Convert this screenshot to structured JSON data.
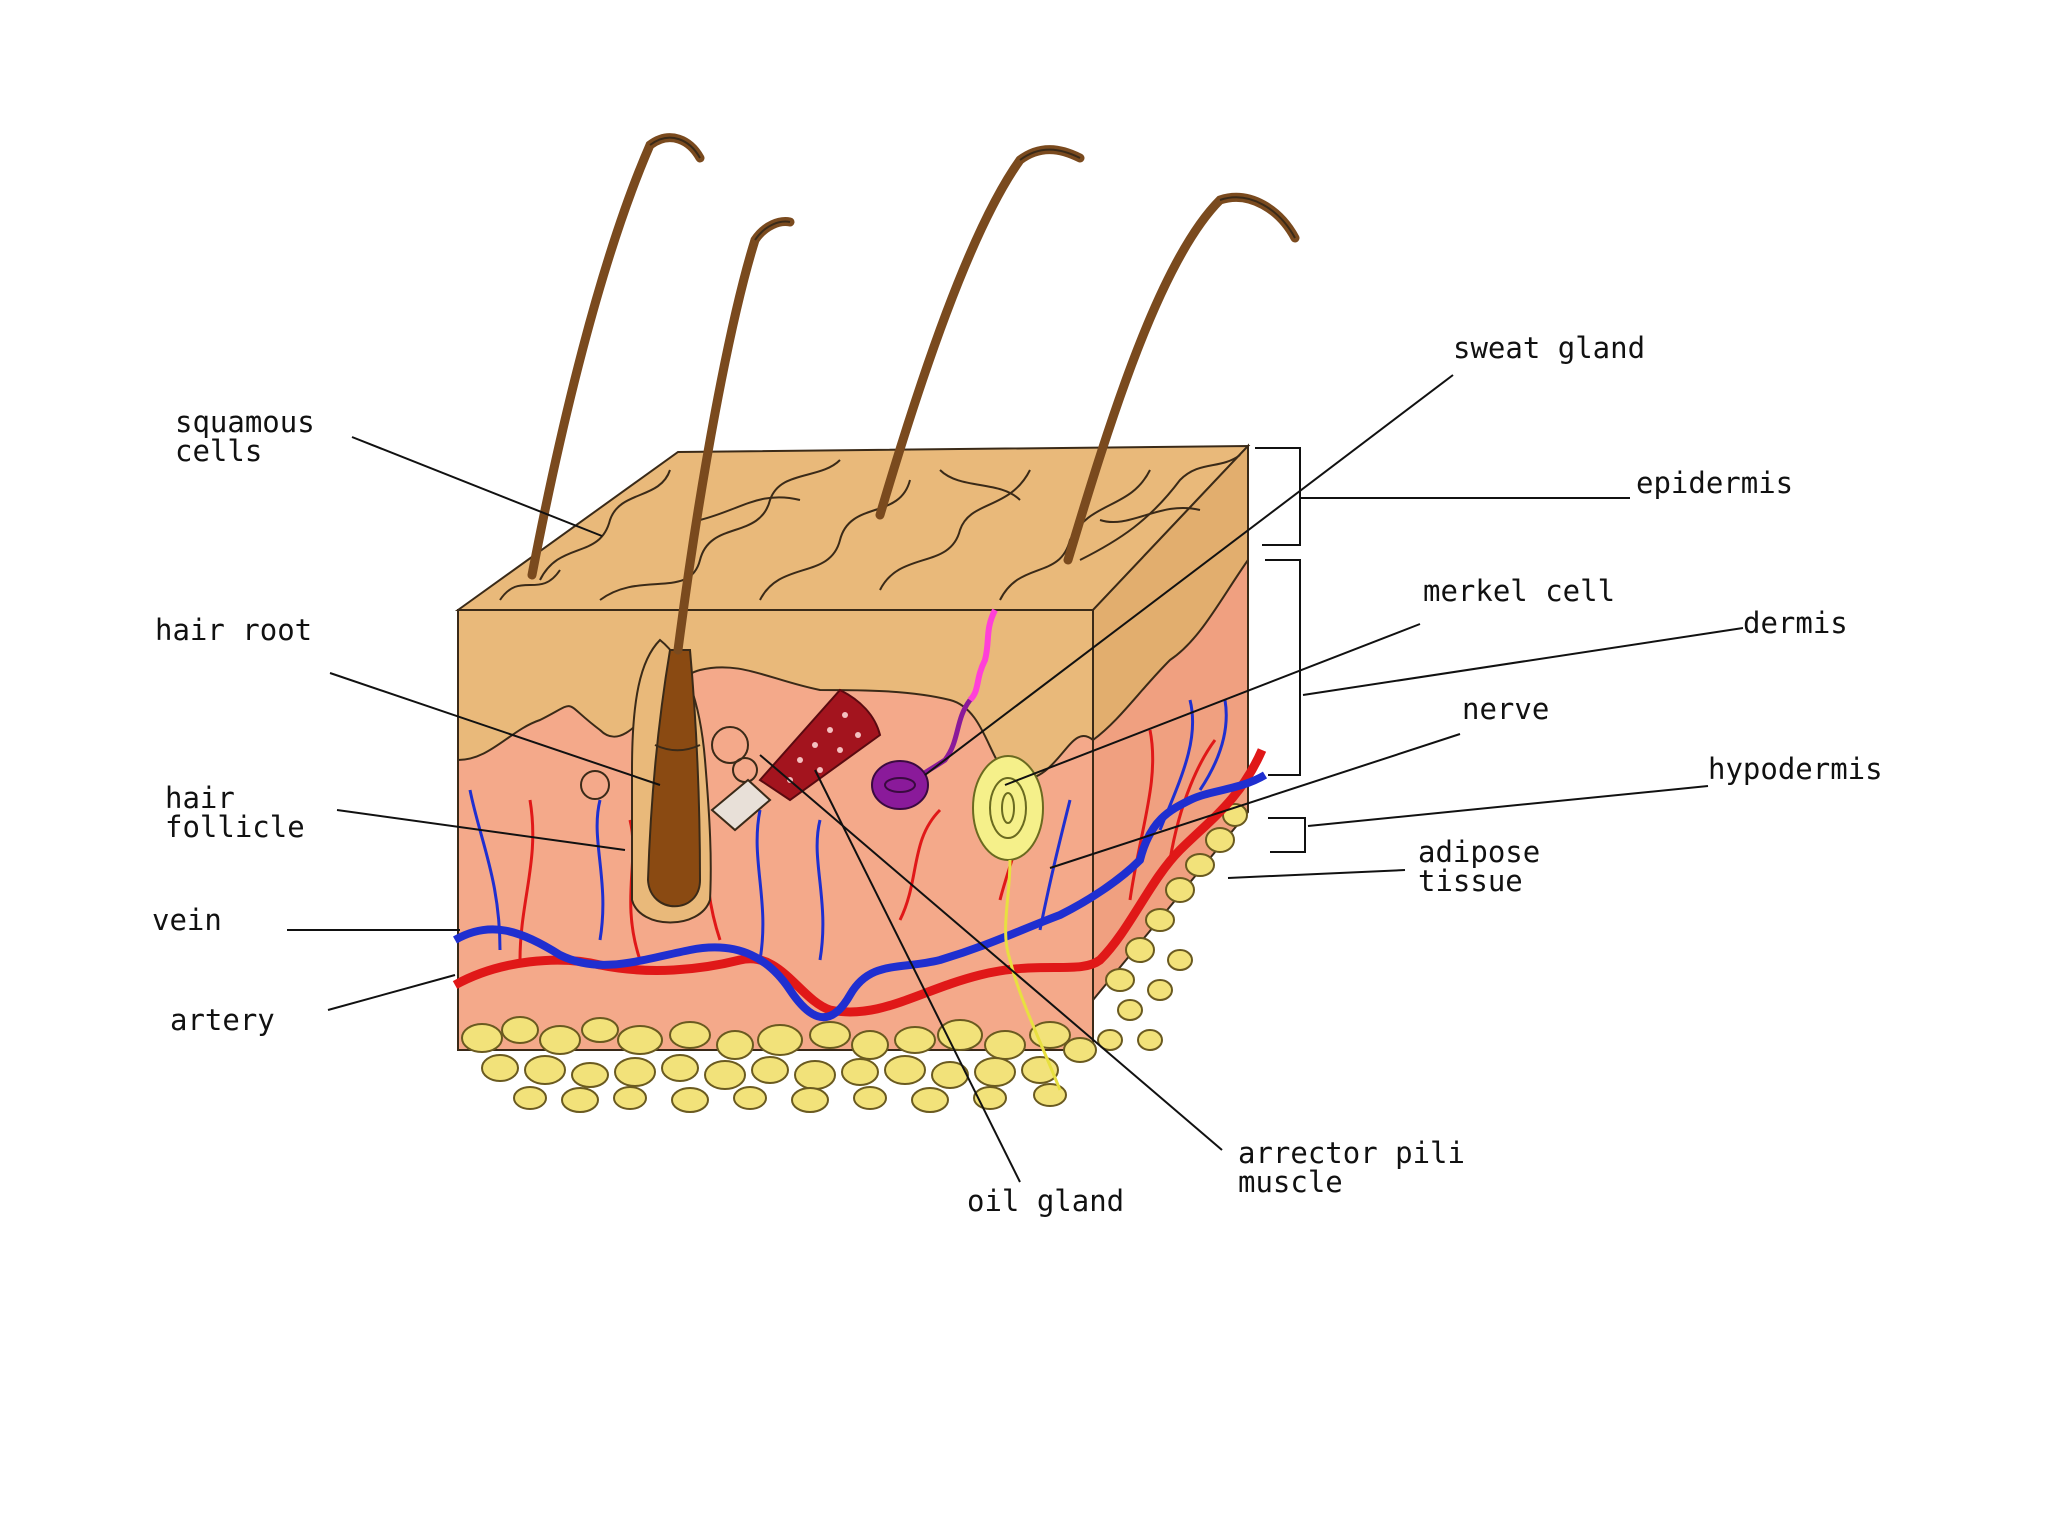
{
  "labels": {
    "squamous_cells": [
      "squamous",
      "cells"
    ],
    "hair_root": "hair root",
    "hair_follicle": [
      "hair",
      "follicle"
    ],
    "vein": "vein",
    "artery": "artery",
    "sweat_gland": "sweat gland",
    "epidermis": "epidermis",
    "merkel_cell": "merkel cell",
    "dermis": "dermis",
    "nerve": "nerve",
    "hypodermis": "hypodermis",
    "adipose_tissue": [
      "adipose",
      "tissue"
    ],
    "oil_gland": "oil gland",
    "arrector_pili_muscle": [
      "arrector pili",
      "muscle"
    ]
  },
  "colors": {
    "epidermis": "#e8b878",
    "dermis": "#f4a98a",
    "fat": "#f2e27a",
    "hair": "#7a4a1e",
    "vein": "#1f2fd0",
    "artery": "#e01818",
    "gland": "#8a1a9a",
    "nerve_ending": "#f5f08a",
    "oil_gland": "#a3141e"
  }
}
